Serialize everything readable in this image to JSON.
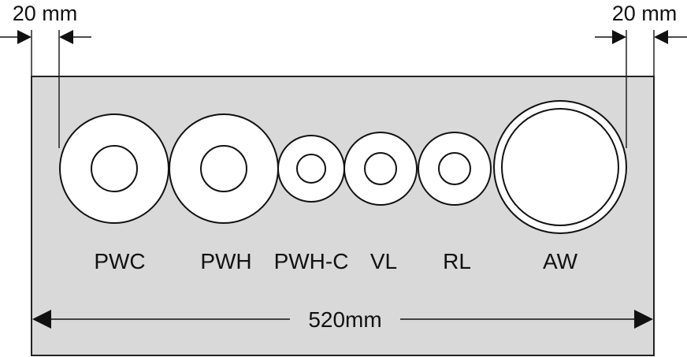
{
  "diagram": {
    "margin_left_label": "20 mm",
    "margin_right_label": "20 mm",
    "total_width_label": "520mm",
    "ports": [
      {
        "id": "pwc",
        "label": "PWC",
        "inner_ring": true
      },
      {
        "id": "pwh",
        "label": "PWH",
        "inner_ring": true
      },
      {
        "id": "pwhc",
        "label": "PWH-C",
        "inner_ring": true
      },
      {
        "id": "vl",
        "label": "VL",
        "inner_ring": true
      },
      {
        "id": "rl",
        "label": "RL",
        "inner_ring": true
      },
      {
        "id": "aw",
        "label": "AW",
        "inner_ring": true
      }
    ]
  },
  "colors": {
    "panel_fill": "#d9d9d9",
    "outline": "#111111",
    "hole_fill": "#ffffff"
  }
}
